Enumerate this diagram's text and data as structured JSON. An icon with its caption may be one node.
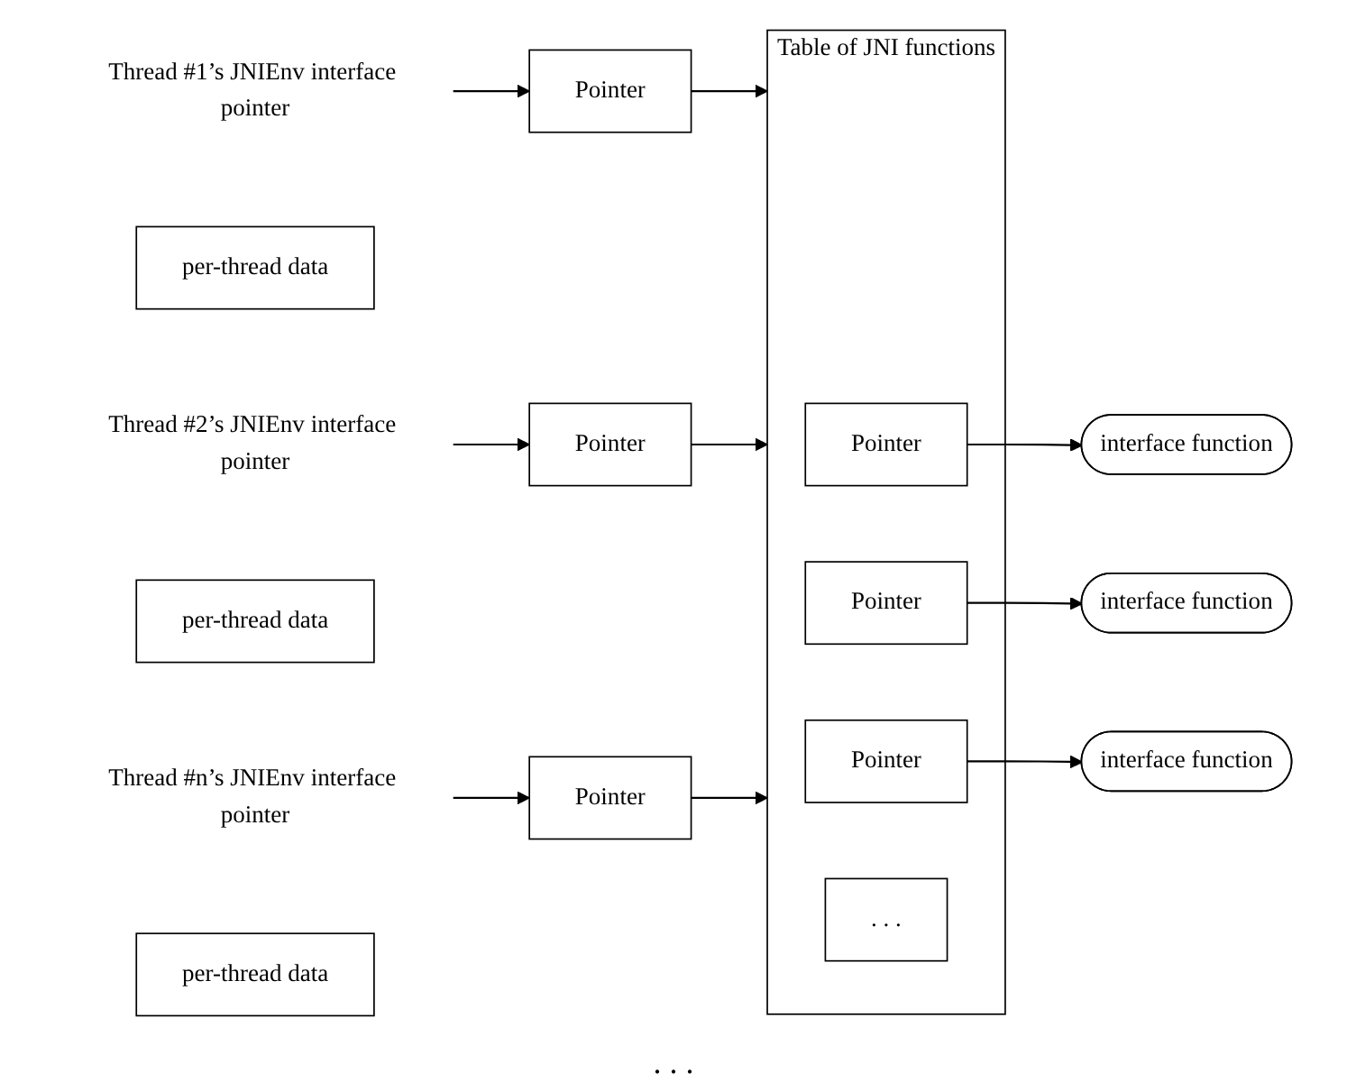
{
  "diagram": {
    "nodes": [
      {
        "text": [
          "Thread #1’s JNIEnv interface pointer"
        ]
      },
      {
        "text": [
          "Pointer"
        ]
      },
      {
        "text": [
          "per-thread data"
        ]
      },
      {
        "text": [
          "Thread #2’s JNIEnv interface pointer"
        ]
      },
      {
        "text": [
          "Pointer"
        ]
      },
      {
        "text": [
          "per-thread data"
        ]
      },
      {
        "text": [
          "Thread #n’s JNIEnv interface pointer"
        ]
      },
      {
        "text": [
          "Pointer"
        ]
      },
      {
        "text": [
          "per-thread data"
        ]
      },
      {
        "text": [
          "Table of JNI functions"
        ]
      },
      {
        "text": [
          "Pointer"
        ],
        "in": 9
      },
      {
        "text": [
          "Pointer"
        ],
        "in": 9
      },
      {
        "text": [
          "Pointer"
        ],
        "in": 9
      },
      {
        "text": [
          ". . ."
        ],
        "in": 9
      },
      {
        "text": [
          "interface function"
        ]
      },
      {
        "text": [
          "interface function"
        ]
      },
      {
        "text": [
          "interface function"
        ]
      }
    ],
    "edges": [
      {
        "from": 0,
        "to": 1,
        "arrow": "to"
      },
      {
        "from": 3,
        "to": 4,
        "arrow": "to"
      },
      {
        "from": 6,
        "to": 7,
        "arrow": "to"
      },
      {
        "from": 1,
        "to": 9,
        "arrow": "to"
      },
      {
        "from": 4,
        "to": 9,
        "arrow": "to"
      },
      {
        "from": 7,
        "to": 9,
        "arrow": "to"
      },
      {
        "from": 10,
        "to": 14,
        "arrow": "to"
      },
      {
        "from": 11,
        "to": 15,
        "arrow": "to"
      },
      {
        "from": 12,
        "to": 16,
        "arrow": "to"
      }
    ],
    "labels": [
      ". . ."
    ]
  }
}
